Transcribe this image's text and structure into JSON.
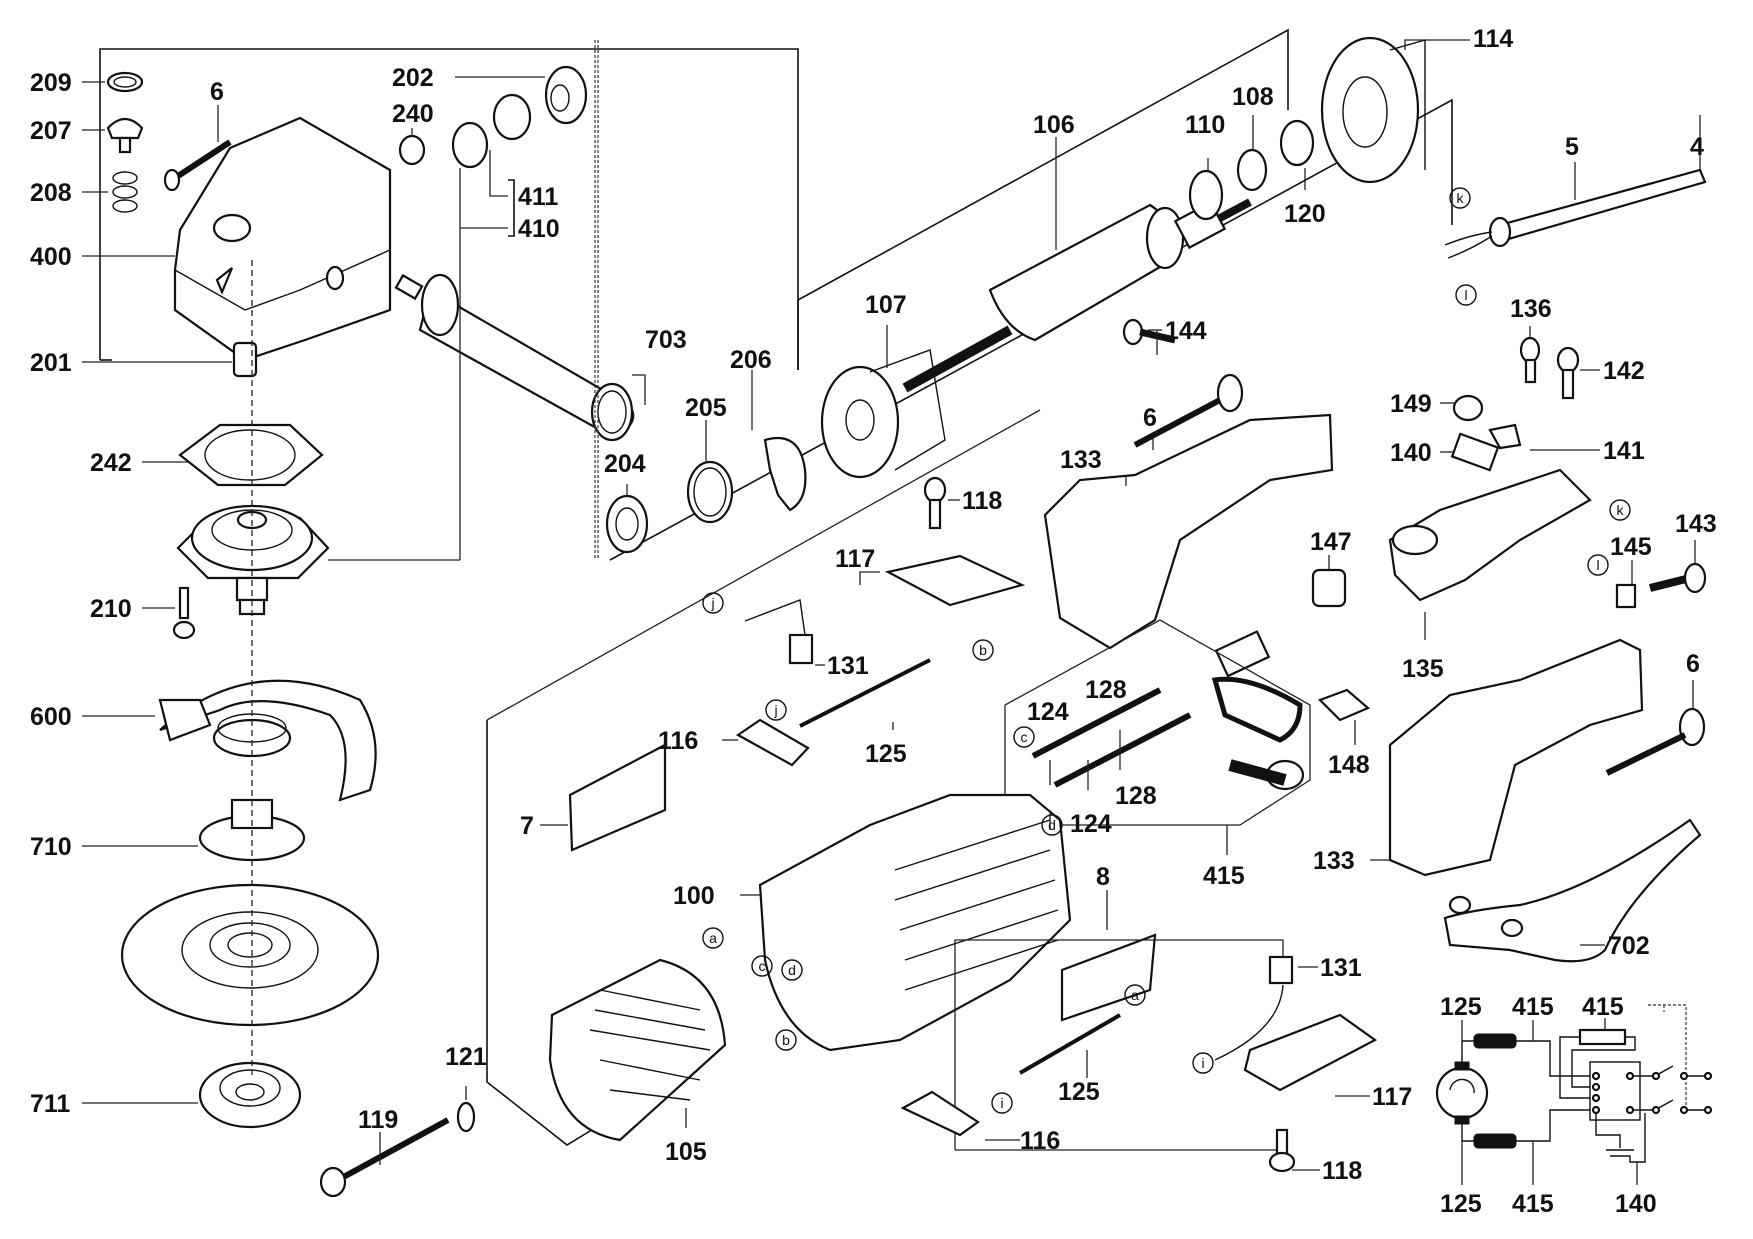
{
  "title": "Angle grinder exploded parts diagram",
  "labels": {
    "l209": "209",
    "l207": "207",
    "l208": "208",
    "l400": "400",
    "l201": "201",
    "l242": "242",
    "l210": "210",
    "l600": "600",
    "l710": "710",
    "l711": "711",
    "l6a": "6",
    "l240": "240",
    "l202": "202",
    "l411": "411",
    "l410": "410",
    "l703": "703",
    "l206": "206",
    "l205": "205",
    "l204": "204",
    "l106": "106",
    "l107": "107",
    "l110": "110",
    "l108": "108",
    "l120": "120",
    "l114": "114",
    "l5": "5",
    "l4": "4",
    "l144": "144",
    "l6b": "6",
    "l133a": "133",
    "l136": "136",
    "l142": "142",
    "l149": "149",
    "l140a": "140",
    "l141": "141",
    "l143": "143",
    "l147": "147",
    "l145": "145",
    "l135": "135",
    "l6c": "6",
    "l118a": "118",
    "l117a": "117",
    "l131a": "131",
    "l116a": "116",
    "l125a": "125",
    "l128a": "128",
    "l124a": "124",
    "l128b": "128",
    "l124b": "124",
    "l148": "148",
    "l133b": "133",
    "l415a": "415",
    "l7": "7",
    "l100": "100",
    "l8": "8",
    "l702": "702",
    "l131b": "131",
    "l117b": "117",
    "l125b": "125",
    "l116b": "116",
    "l118b": "118",
    "l121": "121",
    "l119": "119",
    "l105": "105",
    "w125a": "125",
    "w415a": "415",
    "w415b": "415",
    "w125b": "125",
    "w415c": "415",
    "w140": "140"
  },
  "connector_markers": {
    "k1": "k",
    "l1": "l",
    "k2": "k",
    "l2": "l",
    "j1": "j",
    "j2": "j",
    "b1": "b",
    "c1": "c",
    "d1": "d",
    "a1": "a",
    "c2": "c",
    "d2": "d",
    "b2": "b",
    "a2": "a",
    "i1": "i",
    "i2": "i"
  }
}
